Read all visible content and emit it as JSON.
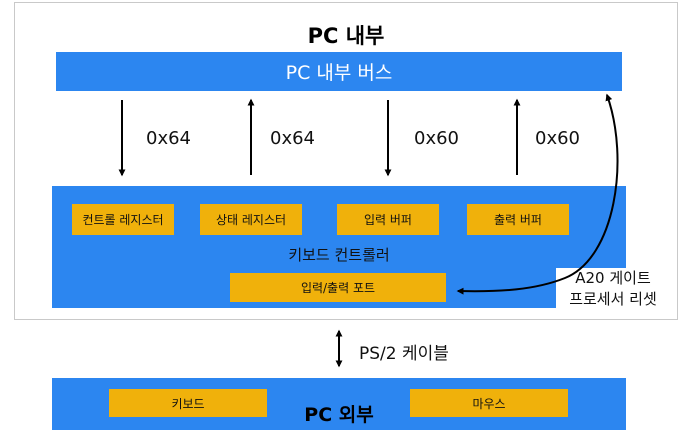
{
  "pc_internal": {
    "title": "PC 내부",
    "bus_label": "PC 내부 버스",
    "ports": [
      {
        "label": "0x64",
        "direction": "down"
      },
      {
        "label": "0x64",
        "direction": "up"
      },
      {
        "label": "0x60",
        "direction": "down"
      },
      {
        "label": "0x60",
        "direction": "up"
      }
    ]
  },
  "keyboard_controller": {
    "label": "키보드 컨트롤러",
    "registers": [
      "컨트롤 레지스터",
      "상태 레지스터",
      "입력 버퍼",
      "출력 버퍼"
    ],
    "io_port": "입력/출력 포트"
  },
  "a20": {
    "line1": "A20 게이트",
    "line2": "프로세서 리셋"
  },
  "cable": {
    "label": "PS/2 케이블"
  },
  "pc_external": {
    "title": "PC 외부",
    "devices": [
      "키보드",
      "마우스"
    ]
  },
  "colors": {
    "blue": "#2c86f0",
    "orange": "#f0b10b"
  }
}
